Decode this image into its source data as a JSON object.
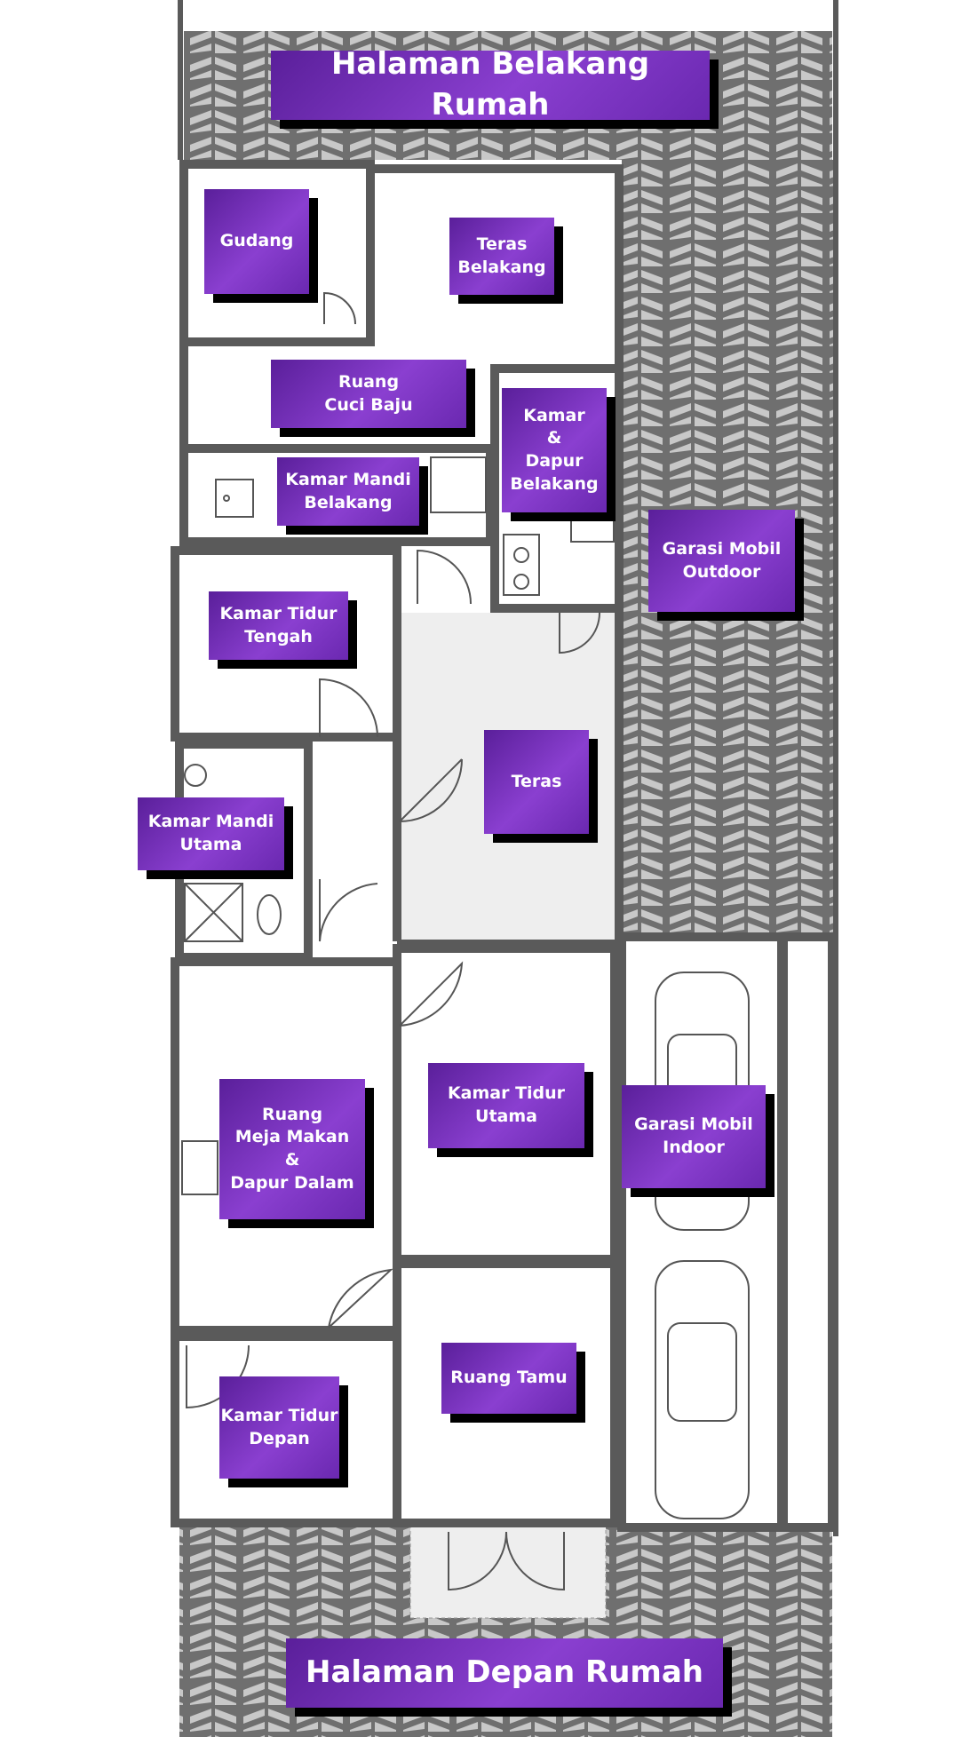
{
  "colors": {
    "label_bg": "#7b33c4",
    "label_text": "#ffffff",
    "wall": "#5a5a5a",
    "paving_bg": "#6f6f6f",
    "paving_brick": "#c8c8c8",
    "terrace_floor": "#eeeeee"
  },
  "labels": {
    "halaman_belakang": "Halaman Belakang Rumah",
    "gudang": "Gudang",
    "teras_belakang": "Teras\nBelakang",
    "ruang_cuci": "Ruang\nCuci Baju",
    "kamar_dapur_belakang": "Kamar\n&\nDapur\nBelakang",
    "kamar_mandi_belakang": "Kamar Mandi\nBelakang",
    "garasi_outdoor": "Garasi Mobil\nOutdoor",
    "kamar_tidur_tengah": "Kamar Tidur\nTengah",
    "teras": "Teras",
    "kamar_mandi_utama": "Kamar Mandi\nUtama",
    "kamar_tidur_utama": "Kamar Tidur\nUtama",
    "garasi_indoor": "Garasi Mobil\nIndoor",
    "ruang_makan_dapur": "Ruang\nMeja Makan\n&\nDapur Dalam",
    "ruang_tamu": "Ruang Tamu",
    "kamar_tidur_depan": "Kamar Tidur\nDepan",
    "halaman_depan": "Halaman Depan Rumah"
  }
}
